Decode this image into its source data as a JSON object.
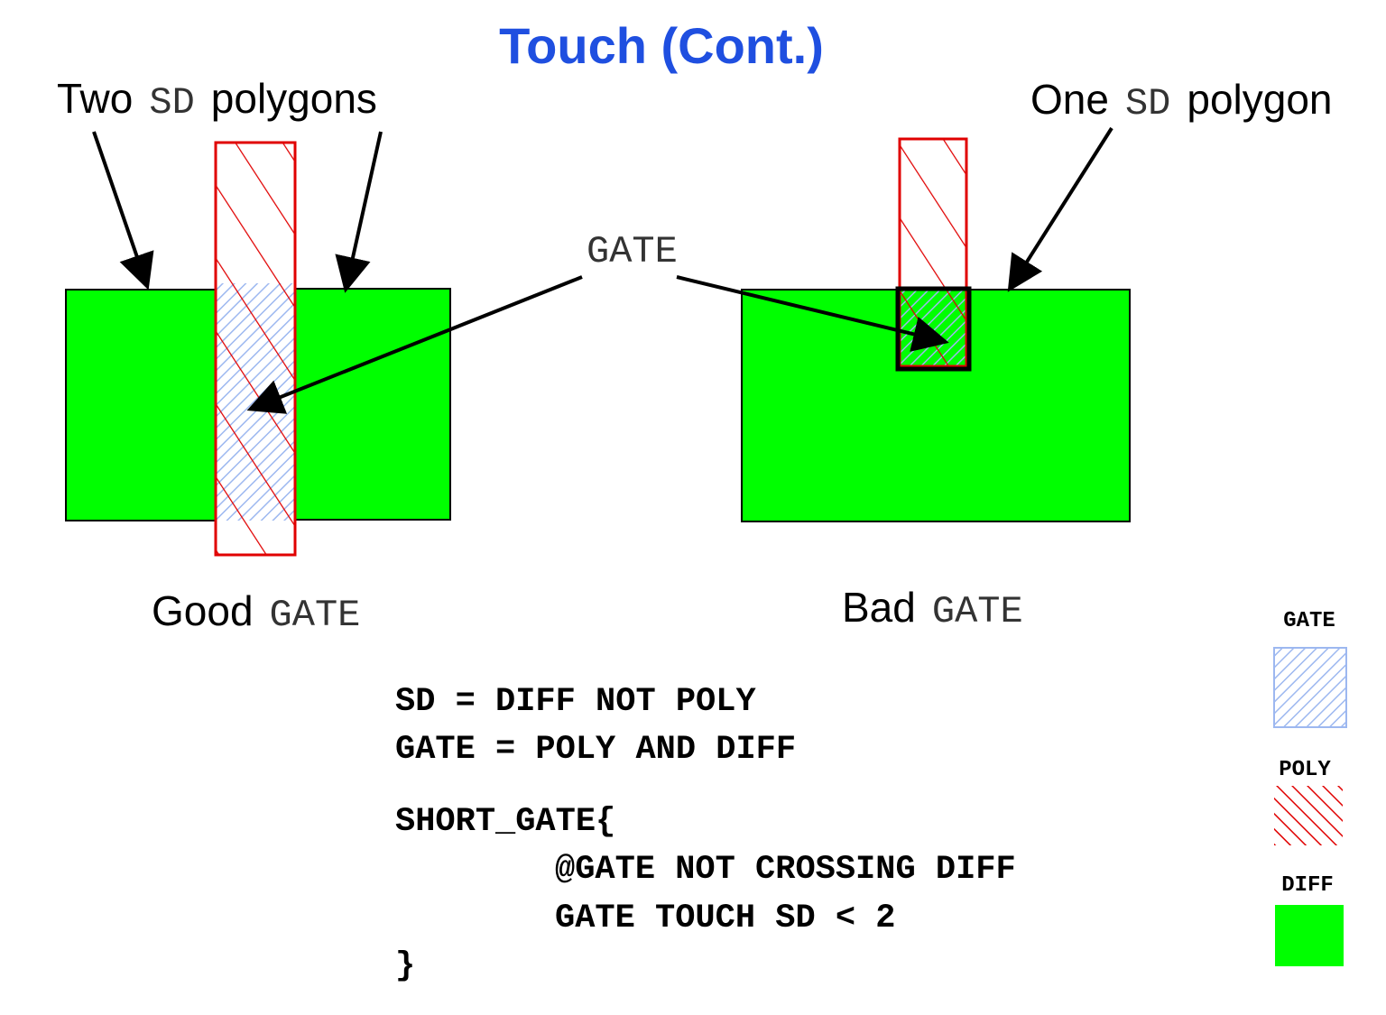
{
  "title": "Touch (Cont.)",
  "labels": {
    "two_prefix": "Two",
    "two_sd": "SD",
    "two_suffix": "polygons",
    "one_prefix": "One",
    "one_sd": "SD",
    "one_suffix": "polygon",
    "gate": "GATE",
    "good_prefix": "Good",
    "good_gate": "GATE",
    "bad_prefix": "Bad",
    "bad_gate": "GATE"
  },
  "code": {
    "line1": "SD = DIFF NOT POLY",
    "line2": "GATE = POLY AND DIFF",
    "line3": "SHORT_GATE{",
    "line4": "@GATE NOT CROSSING DIFF",
    "line5": "GATE TOUCH SD < 2",
    "line6": "}"
  },
  "legend": {
    "gate": "GATE",
    "poly": "POLY",
    "diff": "DIFF"
  },
  "colors": {
    "title": "#1f4fe0",
    "diff": "#00ff00",
    "poly": "#e00000",
    "gate": "#9db8f0"
  }
}
